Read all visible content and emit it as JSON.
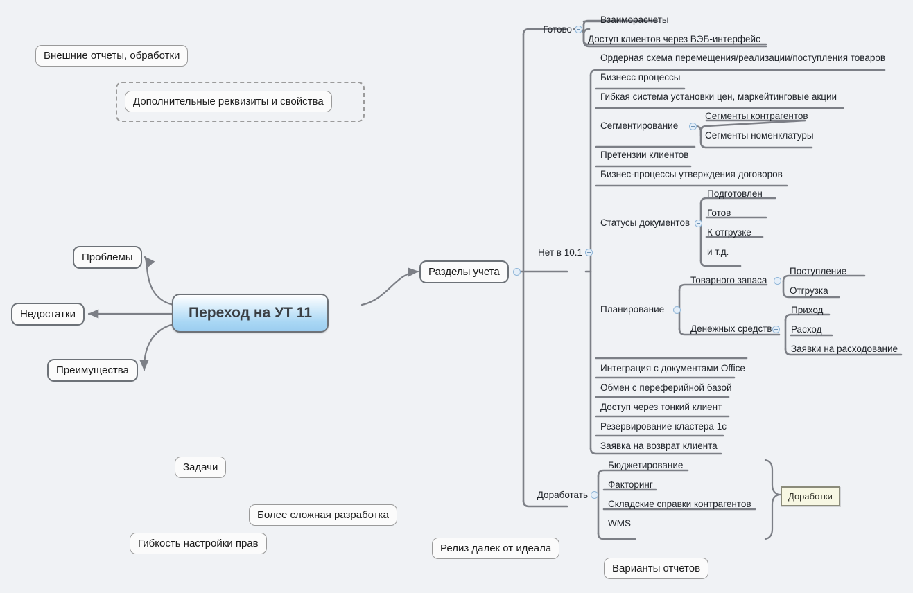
{
  "canvas": {
    "background": "#f0f2f5",
    "line_color": "#7c7f86",
    "root_accent": "#a9d7f4"
  },
  "root": {
    "label": "Переход на УТ 11"
  },
  "left_branches": [
    {
      "label": "Проблемы"
    },
    {
      "label": "Недостатки"
    },
    {
      "label": "Преимущества"
    }
  ],
  "main_branch": {
    "label": "Разделы учета"
  },
  "groups": [
    {
      "label": "Готово",
      "children": [
        {
          "label": "Взаиморасчеты"
        },
        {
          "label": "Доступ клиентов через ВЭБ-интерфейс"
        }
      ]
    },
    {
      "label": "Нет в 10.1",
      "children": [
        {
          "label": "Ордерная схема перемещения/реализации/поступления товаров"
        },
        {
          "label": "Бизнесс процессы"
        },
        {
          "label": "Гибкая система установки цен, маркейтинговые акции"
        },
        {
          "label": "Сегментирование",
          "children": [
            {
              "label": "Сегменты контрагентов"
            },
            {
              "label": "Сегменты номенклатуры"
            }
          ]
        },
        {
          "label": "Претензии клиентов"
        },
        {
          "label": "Бизнес-процессы утверждения договоров"
        },
        {
          "label": "Статусы документов",
          "children": [
            {
              "label": "Подготовлен"
            },
            {
              "label": "Готов"
            },
            {
              "label": "К отгрузке"
            },
            {
              "label": "и т.д."
            }
          ]
        },
        {
          "label": "Планирование",
          "children": [
            {
              "label": "Товарного запаса",
              "children": [
                {
                  "label": "Поступление"
                },
                {
                  "label": "Отгрузка"
                }
              ]
            },
            {
              "label": "Денежных средств",
              "children": [
                {
                  "label": "Приход"
                },
                {
                  "label": "Расход"
                },
                {
                  "label": "Заявки на расходование"
                }
              ]
            }
          ]
        },
        {
          "label": "Интеграция с документами Office"
        },
        {
          "label": "Обмен с переферийной базой"
        },
        {
          "label": "Доступ через тонкий клиент"
        },
        {
          "label": "Резервирование кластера 1с"
        },
        {
          "label": "Заявка на возврат клиента"
        }
      ]
    },
    {
      "label": "Доработать",
      "children": [
        {
          "label": "Бюджетирование"
        },
        {
          "label": "Факторинг"
        },
        {
          "label": "Складские справки контрагентов"
        },
        {
          "label": "WMS"
        }
      ]
    }
  ],
  "callout": {
    "label": "Доработки"
  },
  "floating_notes": [
    {
      "label": "Внешние отчеты, обработки"
    },
    {
      "label": "Дополнительные реквизиты и свойства",
      "selected": true
    },
    {
      "label": "Задачи"
    },
    {
      "label": "Более сложная разработка"
    },
    {
      "label": "Гибкость настройки прав"
    },
    {
      "label": "Релиз далек от идеала"
    },
    {
      "label": "Варианты отчетов"
    }
  ]
}
